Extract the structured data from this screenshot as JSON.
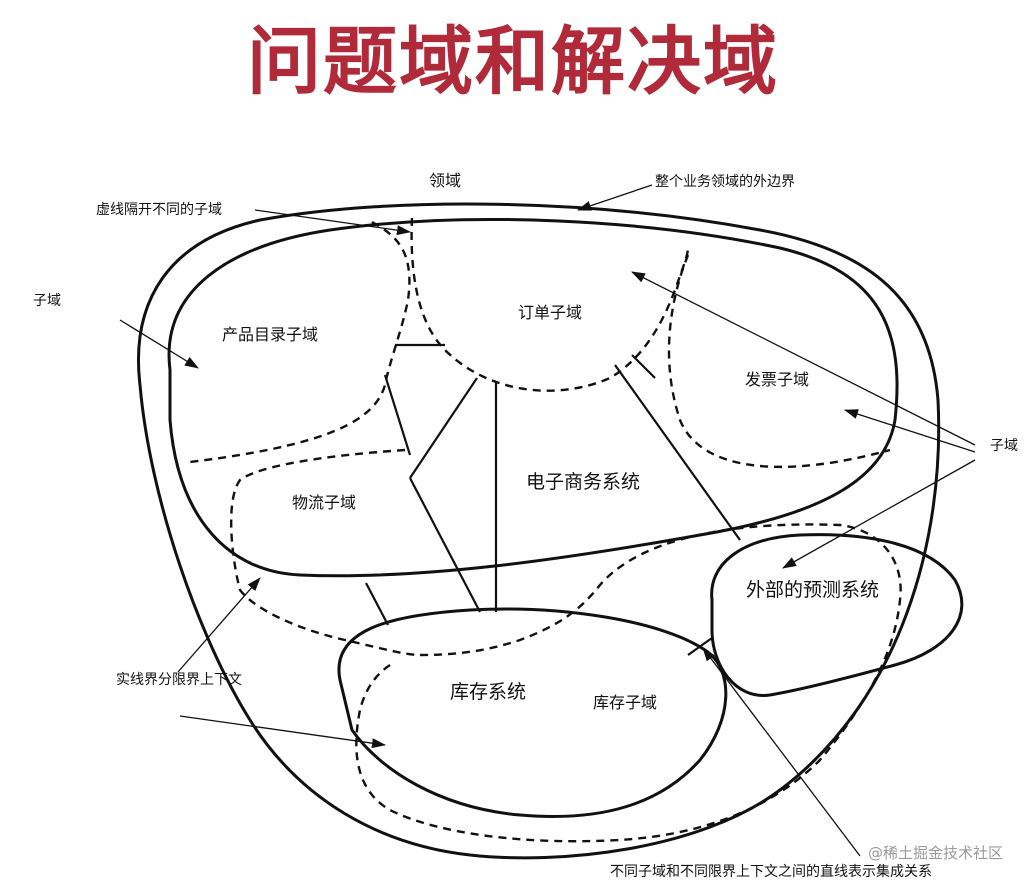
{
  "title": "问题域和解决域",
  "labels": {
    "domain": "领域",
    "outer_boundary": "整个业务领域的外边界",
    "dashed_separator": "虚线隔开不同的子域",
    "subdomain_left": "子域",
    "subdomain_right": "子域",
    "product_catalog": "产品目录子域",
    "order": "订单子域",
    "invoice": "发票子域",
    "logistics": "物流子域",
    "ecommerce_system": "电子商务系统",
    "forecast_system": "外部的预测系统",
    "inventory_system": "库存系统",
    "inventory_subdomain": "库存子域",
    "bounded_context": "实线界分限界上下文",
    "integration": "不同子域和不同限界上下文之间的直线表示集成关系"
  },
  "watermark": "@稀土掘金技术社区"
}
